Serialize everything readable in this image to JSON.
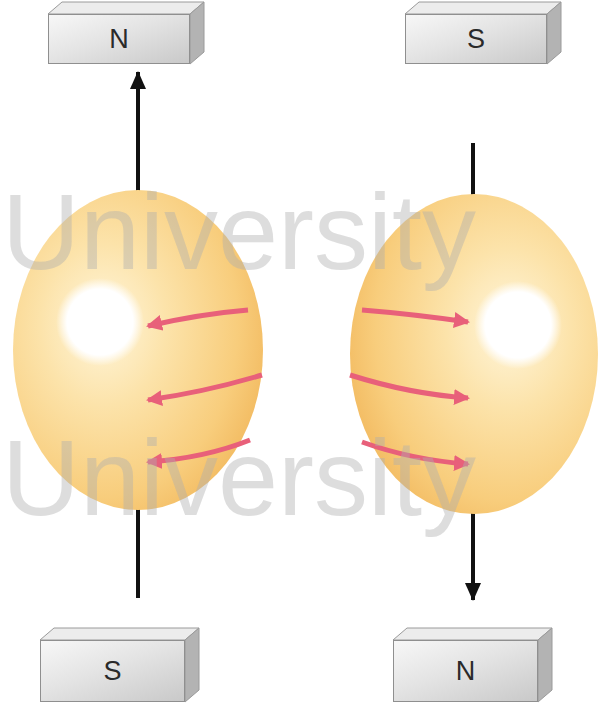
{
  "diagram": {
    "nodes": [
      {
        "text": [
          "N"
        ]
      },
      {
        "text": [
          "S"
        ]
      },
      {
        "text": [
          "S"
        ]
      },
      {
        "text": [
          "N"
        ]
      }
    ],
    "edges": [
      {
        "from": 2,
        "to": 0,
        "arrow": "to"
      },
      {
        "from": 1,
        "to": 3,
        "arrow": "to"
      }
    ],
    "labels": [
      "University",
      "University"
    ]
  }
}
